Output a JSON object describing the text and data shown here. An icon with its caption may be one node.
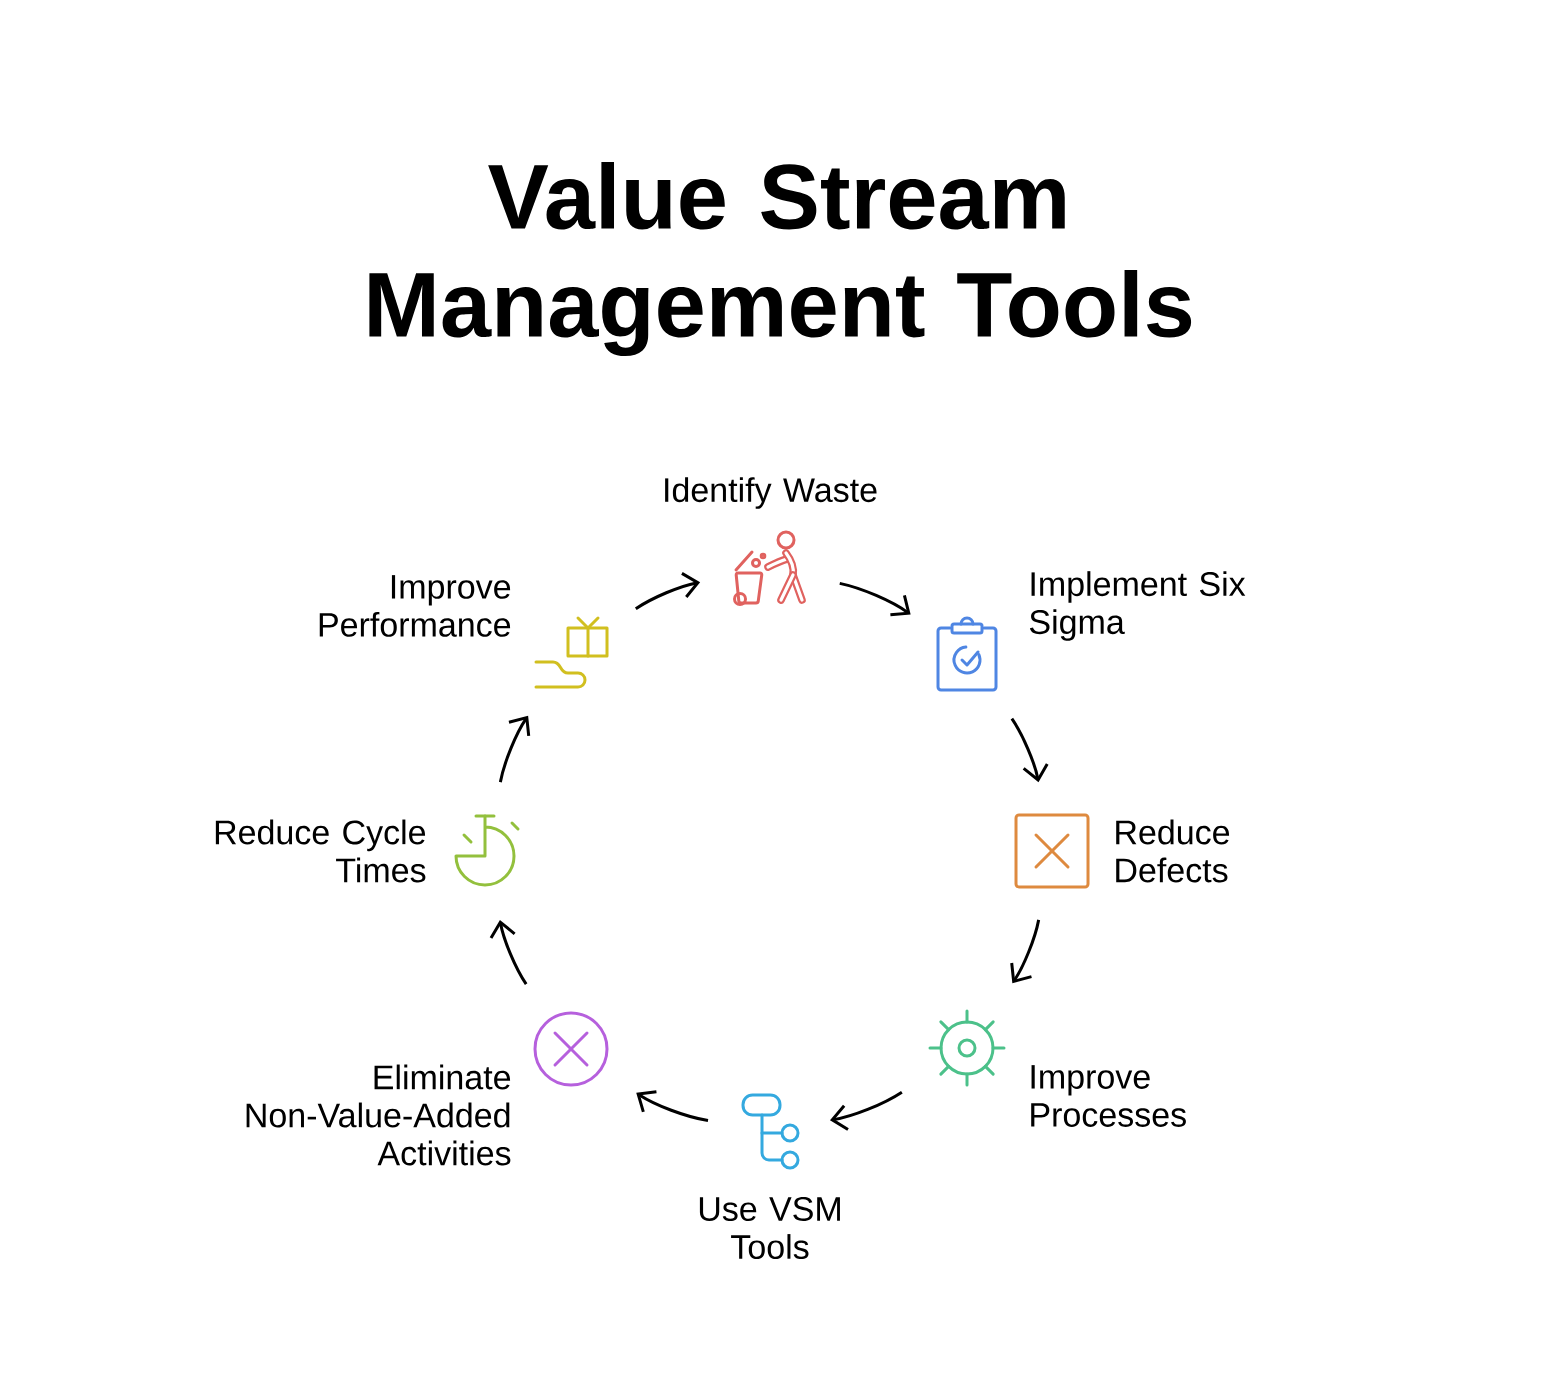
{
  "diagram": {
    "title": "Value Stream Management Tools",
    "nodes": [
      {
        "text": [],
        "shape": "picture",
        "beside": [
          "Identify Waste"
        ]
      },
      {
        "text": [],
        "shape": "picture",
        "beside": [
          "Implement Six Sigma"
        ]
      },
      {
        "text": [],
        "shape": "picture",
        "beside": [
          "Reduce Defects"
        ]
      },
      {
        "text": [],
        "shape": "picture",
        "beside": [
          "Improve Processes"
        ]
      },
      {
        "text": [],
        "shape": "picture",
        "beside": [
          "Use VSM Tools"
        ]
      },
      {
        "text": [],
        "shape": "picture",
        "beside": [
          "Eliminate Non-Value-Added Activities"
        ]
      },
      {
        "text": [],
        "shape": "picture",
        "beside": [
          "Reduce Cycle Times"
        ]
      },
      {
        "text": [],
        "shape": "picture",
        "beside": [
          "Improve Performance"
        ]
      }
    ],
    "edges": [
      {
        "from": 0,
        "to": 1,
        "arrow": "to"
      },
      {
        "from": 1,
        "to": 2,
        "arrow": "to"
      },
      {
        "from": 2,
        "to": 3,
        "arrow": "to"
      },
      {
        "from": 3,
        "to": 4,
        "arrow": "to"
      },
      {
        "from": 4,
        "to": 5,
        "arrow": "to"
      },
      {
        "from": 5,
        "to": 6,
        "arrow": "to"
      },
      {
        "from": 6,
        "to": 7,
        "arrow": "to"
      },
      {
        "from": 7,
        "to": 0,
        "arrow": "to"
      }
    ]
  }
}
